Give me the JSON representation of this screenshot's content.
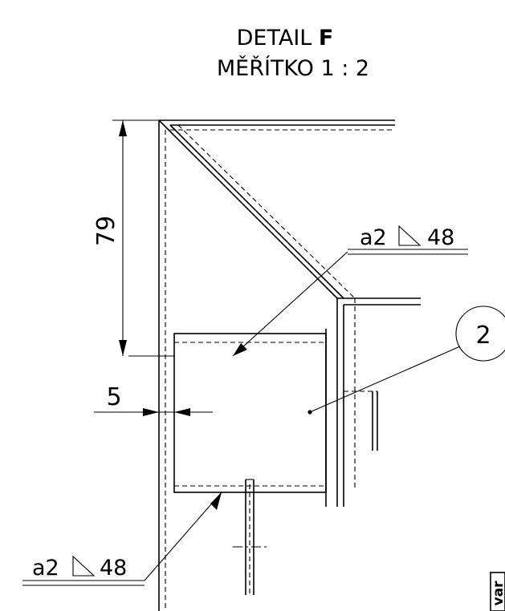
{
  "detail": {
    "title_prefix": "DETAIL ",
    "title_letter": "F",
    "scale_text": "MĚŘÍTKO 1 : 2"
  },
  "dimensions": {
    "vertical": "79",
    "horizontal": "5"
  },
  "welds": {
    "top": {
      "prefix": "a2",
      "suffix": "48"
    },
    "bottom": {
      "prefix": "a2",
      "suffix": "48"
    }
  },
  "balloon": {
    "number": "2"
  },
  "frame_text": "var"
}
